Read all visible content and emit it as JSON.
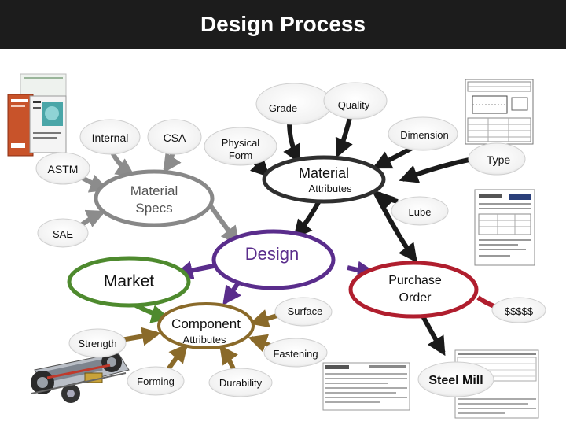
{
  "title": "Design Process",
  "nodes": {
    "grade": "Grade",
    "quality": "Quality",
    "dimension": "Dimension",
    "internal": "Internal",
    "csa": "CSA",
    "physical_form_line1": "Physical",
    "physical_form_line2": "Form",
    "type": "Type",
    "astm": "ASTM",
    "material": "Material",
    "attributes_material": "Attributes",
    "material_specs_line1": "Material",
    "material_specs_line2": "Specs",
    "lube": "Lube",
    "sae": "SAE",
    "design": "Design",
    "market": "Market",
    "purchase_order_line1": "Purchase",
    "purchase_order_line2": "Order",
    "surface": "Surface",
    "dollars": "$$$$$",
    "component": "Component",
    "attributes_component": "Attributes",
    "strength": "Strength",
    "fastening": "Fastening",
    "forming": "Forming",
    "durability": "Durability",
    "steel_mill": "Steel Mill"
  },
  "colors": {
    "title_bar": "#1c1c1c",
    "design_ring": "#5a2d8c",
    "market_ring": "#4e8a2e",
    "purchase_ring": "#b01e2e",
    "material_fill": "#2f2f2f",
    "specs_fill": "#888888",
    "component_ring": "#8a6a2a",
    "arrow_dark": "#1a1a1a",
    "arrow_grey": "#8c8c8c"
  },
  "icons": [
    "standards-documents-thumbnail",
    "engineering-drawing-thumbnail",
    "certificate-document-thumbnail",
    "car-chassis-image",
    "purchase-order-document-thumbnail",
    "steel-mill-document-thumbnail"
  ]
}
